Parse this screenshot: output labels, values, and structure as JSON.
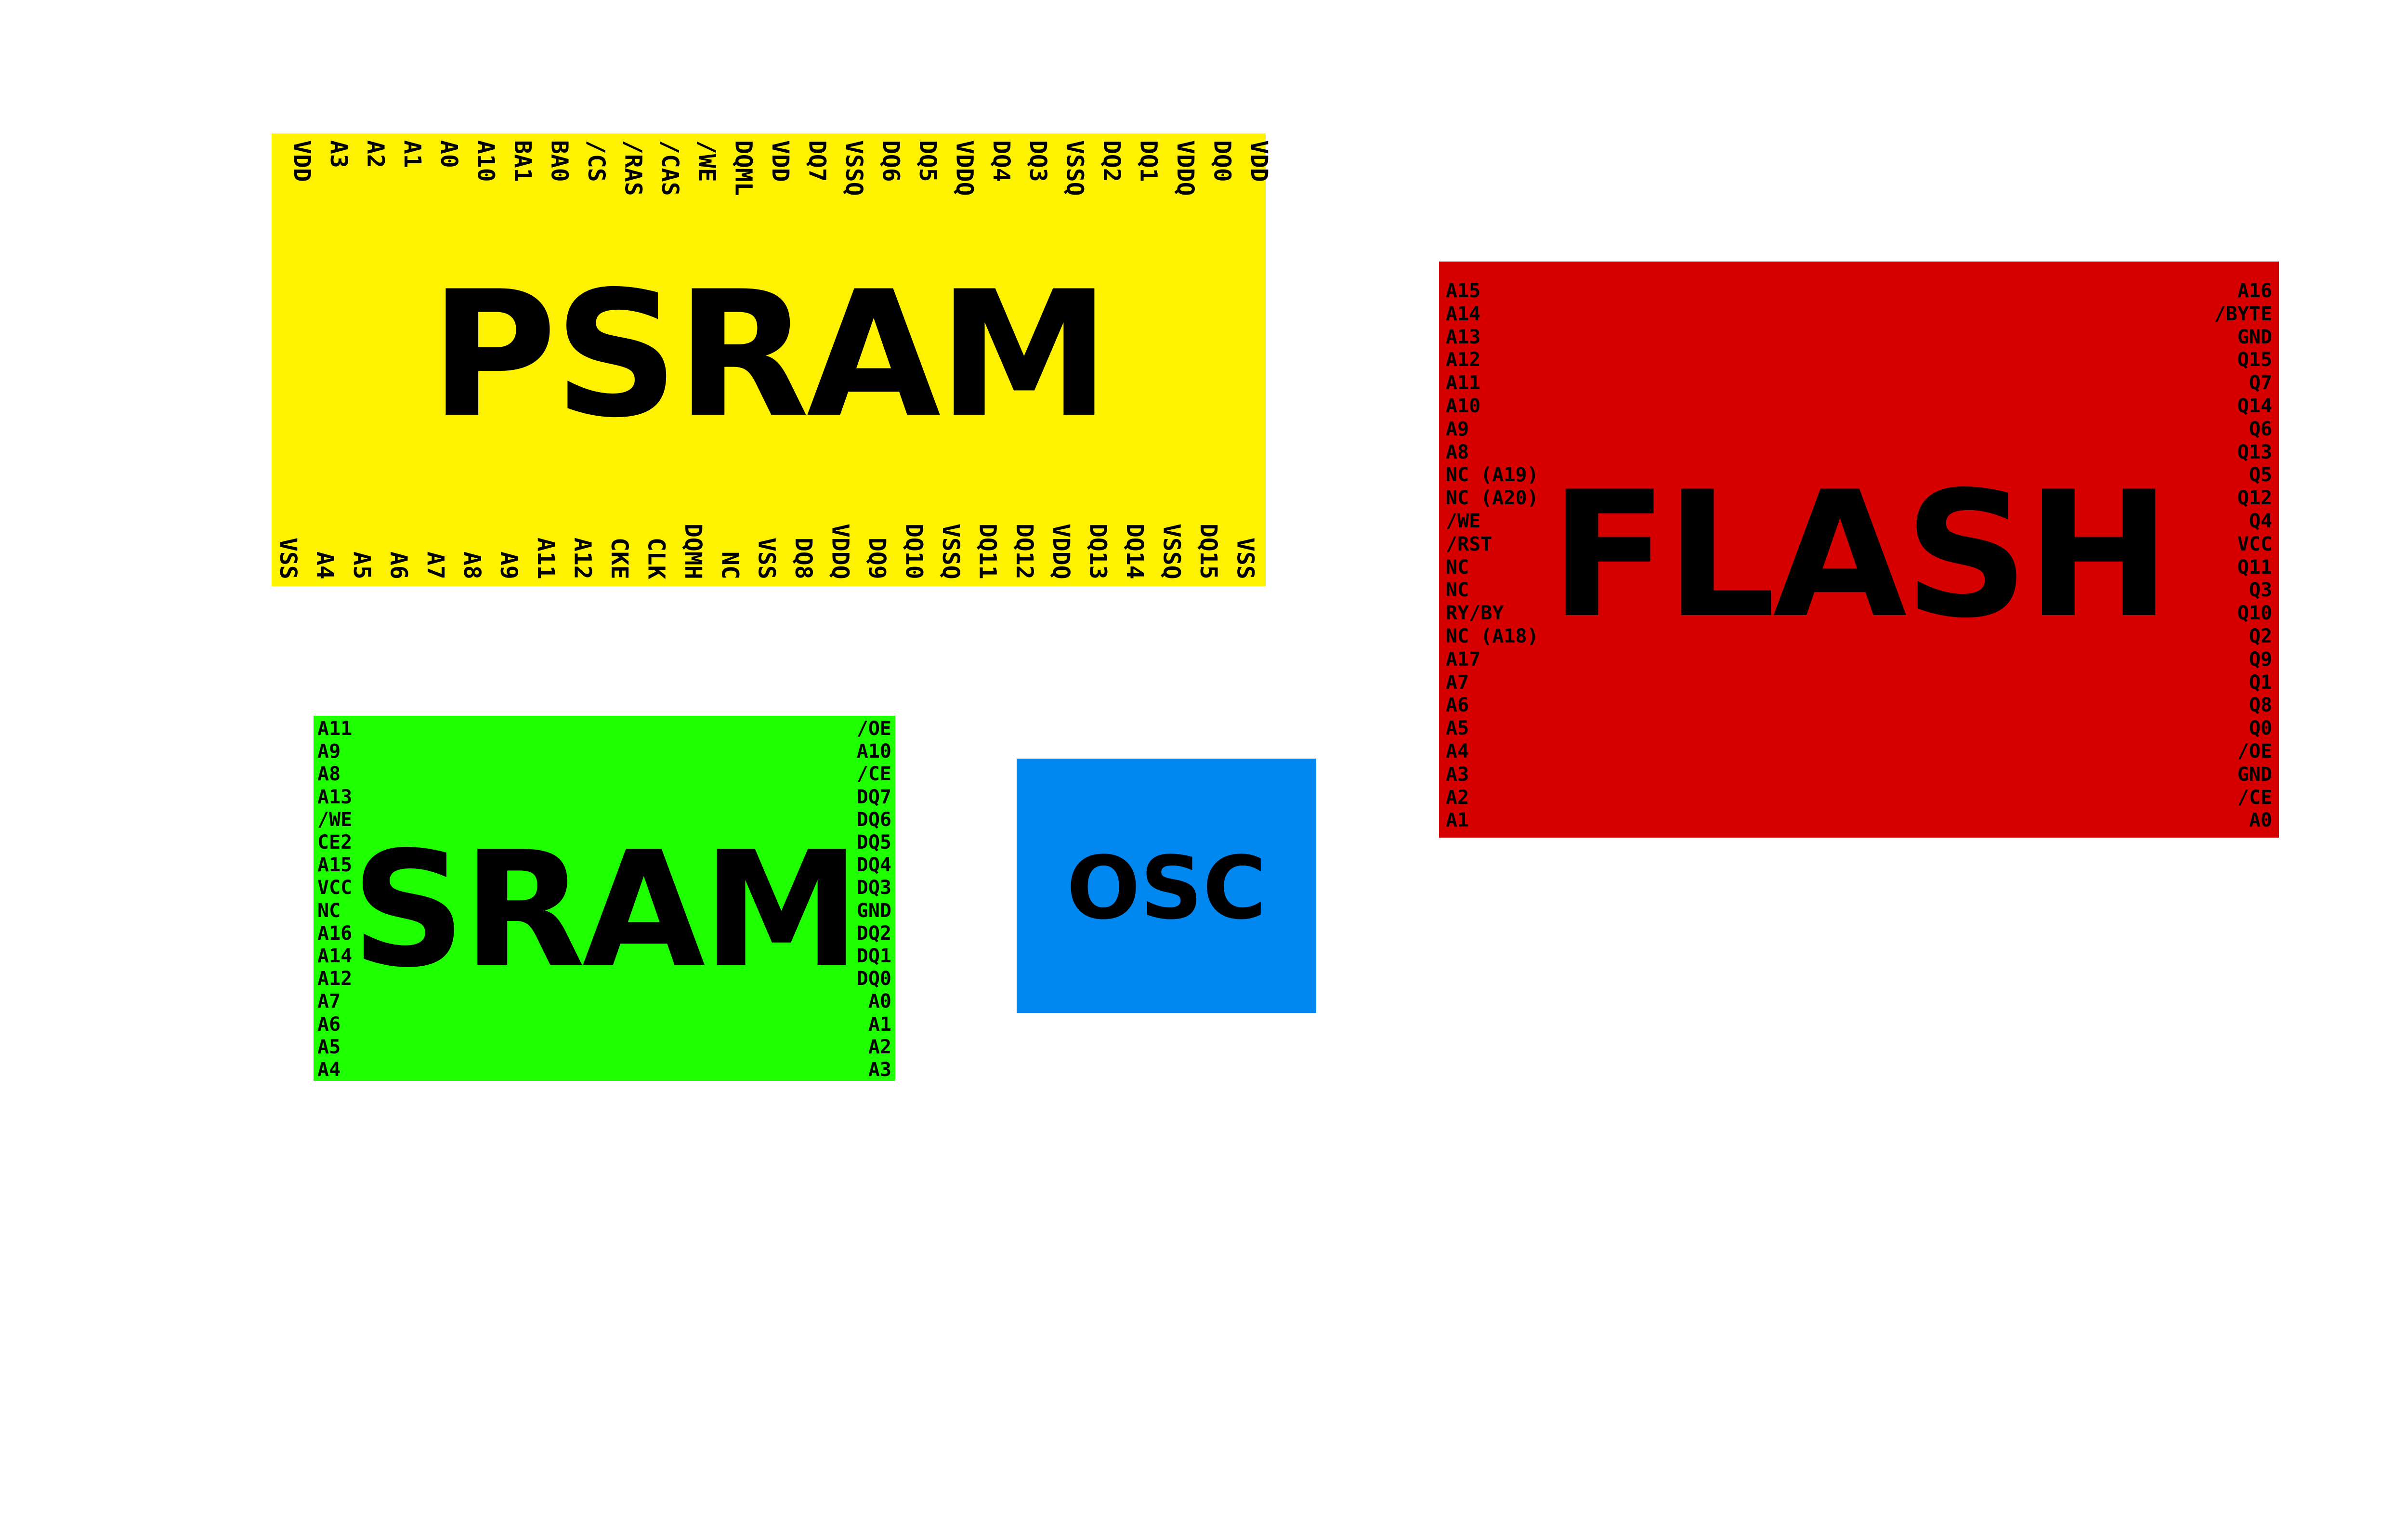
{
  "chips": {
    "psram": {
      "label": "PSRAM",
      "color": "#fff200",
      "top_pins": [
        "VDD",
        "A3",
        "A2",
        "A1",
        "A0",
        "A10",
        "BA1",
        "BA0",
        "/CS",
        "/RAS",
        "/CAS",
        "/WE",
        "DQML",
        "VDD",
        "DQ7",
        "VSSQ",
        "DQ6",
        "DQ5",
        "VDDQ",
        "DQ4",
        "DQ3",
        "VSSQ",
        "DQ2",
        "DQ1",
        "VDDQ",
        "DQ0",
        "VDD"
      ],
      "bottom_pins": [
        "VSS",
        "A4",
        "A5",
        "A6",
        "A7",
        "A8",
        "A9",
        "A11",
        "A12",
        "CKE",
        "CLK",
        "DQMH",
        "NC",
        "VSS",
        "DQ8",
        "VDDQ",
        "DQ9",
        "DQ10",
        "VSSQ",
        "DQ11",
        "DQ12",
        "VDDQ",
        "DQ13",
        "DQ14",
        "VSSQ",
        "DQ15",
        "VSS"
      ]
    },
    "flash": {
      "label": "FLASH",
      "color": "#d60000",
      "left_pins": [
        "A15",
        "A14",
        "A13",
        "A12",
        "A11",
        "A10",
        "A9",
        "A8",
        "NC (A19)",
        "NC (A20)",
        "/WE",
        "/RST",
        "NC",
        "NC",
        "RY/BY",
        "NC (A18)",
        "A17",
        "A7",
        "A6",
        "A5",
        "A4",
        "A3",
        "A2",
        "A1"
      ],
      "right_pins": [
        "A16",
        "/BYTE",
        "GND",
        "Q15",
        "Q7",
        "Q14",
        "Q6",
        "Q13",
        "Q5",
        "Q12",
        "Q4",
        "VCC",
        "Q11",
        "Q3",
        "Q10",
        "Q2",
        "Q9",
        "Q1",
        "Q8",
        "Q0",
        "/OE",
        "GND",
        "/CE",
        "A0"
      ]
    },
    "sram": {
      "label": "SRAM",
      "color": "#1eff00",
      "left_pins": [
        "A11",
        "A9",
        "A8",
        "A13",
        "/WE",
        "CE2",
        "A15",
        "VCC",
        "NC",
        "A16",
        "A14",
        "A12",
        "A7",
        "A6",
        "A5",
        "A4"
      ],
      "right_pins": [
        "/OE",
        "A10",
        "/CE",
        "DQ7",
        "DQ6",
        "DQ5",
        "DQ4",
        "DQ3",
        "GND",
        "DQ2",
        "DQ1",
        "DQ0",
        "A0",
        "A1",
        "A2",
        "A3"
      ]
    },
    "osc": {
      "label": "OSC",
      "color": "#0088f0"
    }
  }
}
